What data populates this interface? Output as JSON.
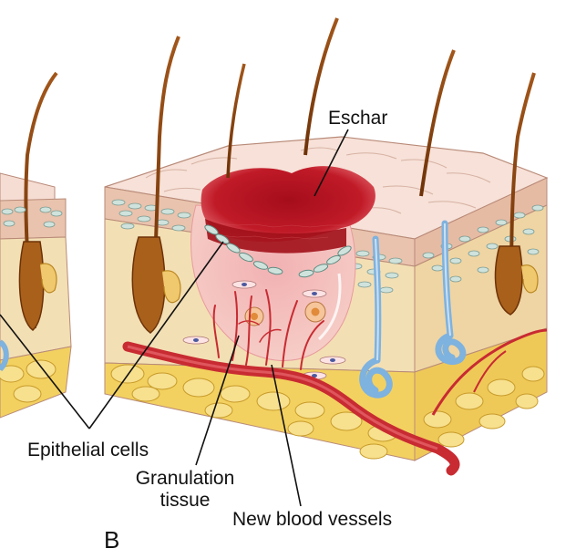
{
  "figure": {
    "panel_letter": "B",
    "labels": {
      "eschar": "Eschar",
      "epithelial_cells": "Epithelial cells",
      "granulation_line1": "Granulation",
      "granulation_line2": "tissue",
      "new_blood_vessels": "New blood vessels"
    }
  },
  "colors": {
    "skin_top": "#f6ddd3",
    "epidermis": "#e9c3ad",
    "dermis": "#f3dfb4",
    "fat": "#f3d160",
    "eschar": "#b2121f",
    "granulation": "#f1b5b6",
    "vessel": "#c82b32",
    "hair": "#7a3c0c",
    "gland": "#9ec5e6"
  }
}
